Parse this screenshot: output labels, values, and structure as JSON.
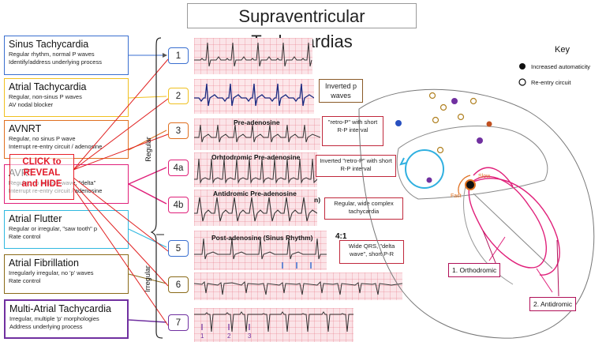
{
  "title": "Supraventricular Tachycardias",
  "conditions": [
    {
      "name": "Sinus Tachycardia",
      "lines": [
        "Regular rhythm, normal P waves",
        "Identify/address underlying process"
      ],
      "color": "#3a6fd0"
    },
    {
      "name": "Atrial Tachycardia",
      "lines": [
        "Regular, non-sinus P waves",
        "AV nodal blocker"
      ],
      "color": "#f0c020"
    },
    {
      "name": "AVNRT",
      "lines": [
        "Regular, no sinus P wave",
        "Interrupt re-entry circuit / adenosine"
      ],
      "color": "#e07020"
    },
    {
      "name": "AVRT",
      "lines": [
        "Regular, no sinus P wave, \"delta\"",
        "Interrupt re-entry circuit / adenosine"
      ],
      "color": "#e0207a"
    },
    {
      "name": "Atrial Flutter",
      "lines": [
        "Regular or irregular, \"saw tooth\" p",
        "Rate control"
      ],
      "color": "#30b8e0"
    },
    {
      "name": "Atrial Fibrillation",
      "lines": [
        "Irregularly irregular, no 'p' waves",
        "Rate control"
      ],
      "color": "#8a6a18"
    },
    {
      "name": "Multi-Atrial Tachycardia",
      "lines": [
        "Irregular, multiple 'p' morphologies",
        "Address underlying process"
      ],
      "color": "#7030a0"
    }
  ],
  "numbers": [
    "1",
    "2",
    "3",
    "4a",
    "4b",
    "5",
    "6",
    "7"
  ],
  "number_colors": [
    "#3a6fd0",
    "#f0c020",
    "#e07020",
    "#e0207a",
    "#e0207a",
    "#3a6fd0",
    "#8a6a18",
    "#7030a0"
  ],
  "group_labels": {
    "regular": "Regular",
    "irregular": "Irregular"
  },
  "reveal": {
    "line1": "CLICK to",
    "line2": "REVEAL",
    "line3": "and HIDE"
  },
  "strip_labels": {
    "s3": "Pre-adenosine",
    "s4a": "Orhtodromic Pre-adenosine",
    "s4b": "Antidromic Pre-adenosine",
    "s4b_tail": "n)",
    "s5": "Post-adenosine (Sinus Rhythm)",
    "s5_ratio": "4:1",
    "mat_marks": [
      "1",
      "2",
      "3"
    ]
  },
  "callouts": {
    "inverted": "Inverted p waves",
    "retro_p": "\"retro-P\" with short R-P interval",
    "inverted_retro": "Inverted \"retro-P\" with short R-P interval",
    "wide_complex": "Regular, wide complex tachycardia",
    "wide_qrs": "Wide QRS, \"delta wave\", short P-R"
  },
  "key": {
    "title": "Key",
    "automaticity": "Increased automaticity",
    "reentry": "Re-entry circuit"
  },
  "heart": {
    "slow": "Slow",
    "fast": "Fast",
    "orthodromic": "1. Orthodromic",
    "antidromic": "2. Antidromic"
  }
}
